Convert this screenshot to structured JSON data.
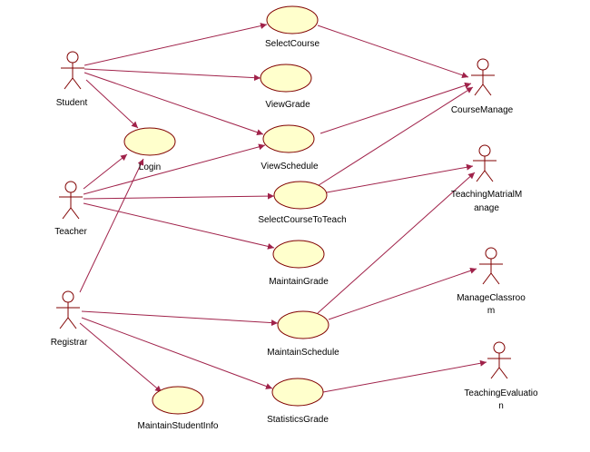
{
  "actors": {
    "student": "Student",
    "teacher": "Teacher",
    "registrar": "Registrar",
    "course_manage": "CourseManage",
    "teaching_matrial": [
      "TeachingMatrialM",
      "anage"
    ],
    "manage_classroom": [
      "ManageClassroo",
      "m"
    ],
    "teaching_evaluation": [
      "TeachingEvaluatio",
      "n"
    ]
  },
  "usecases": {
    "select_course": "SelectCourse",
    "view_grade": "ViewGrade",
    "login": "Login",
    "view_schedule": "ViewSchedule",
    "select_course_to_teach": "SelectCourseToTeach",
    "maintain_grade": "MaintainGrade",
    "maintain_schedule": "MaintainSchedule",
    "maintain_student_info": "MaintainStudentInfo",
    "statistics_grade": "StatisticsGrade"
  },
  "colors": {
    "usecase_fill": "#ffffcc",
    "usecase_stroke": "#800000",
    "association": "#a0224a",
    "actor": "#800000"
  }
}
